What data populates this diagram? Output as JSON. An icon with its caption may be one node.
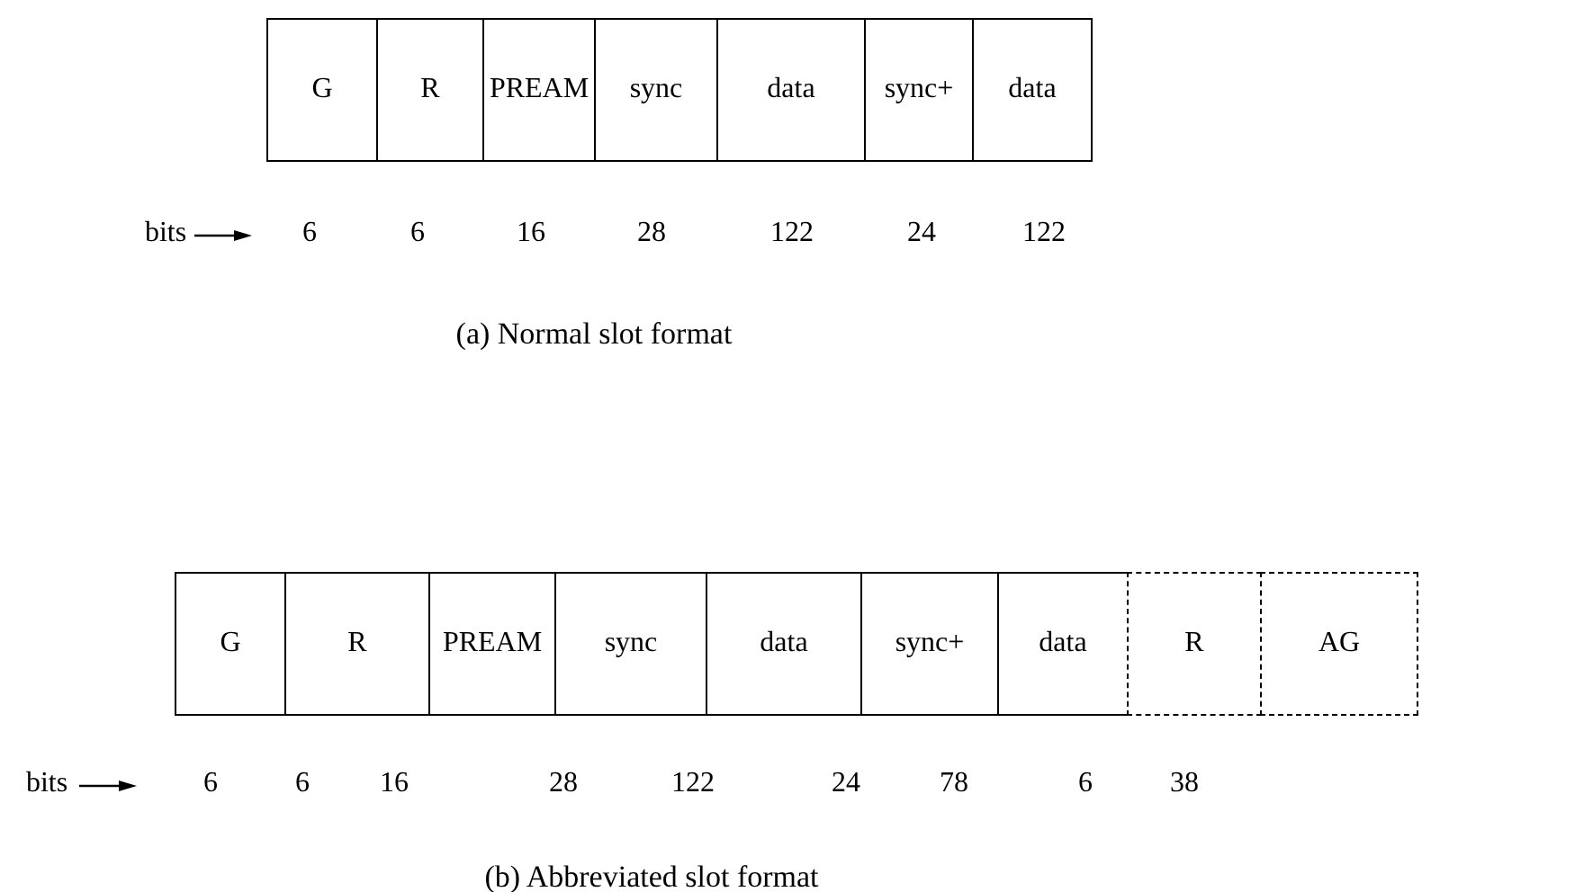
{
  "diagram": {
    "nodes": [
      {
        "text": [
          "G"
        ]
      },
      {
        "text": [
          "R"
        ]
      },
      {
        "text": [
          "PREAM"
        ]
      },
      {
        "text": [
          "sync"
        ]
      },
      {
        "text": [
          "data"
        ]
      },
      {
        "text": [
          "sync+"
        ]
      },
      {
        "text": [
          "data"
        ]
      },
      {
        "text": [
          "G"
        ]
      },
      {
        "text": [
          "R"
        ]
      },
      {
        "text": [
          "PREAM"
        ]
      },
      {
        "text": [
          "sync"
        ]
      },
      {
        "text": [
          "data"
        ]
      },
      {
        "text": [
          "sync+"
        ]
      },
      {
        "text": [
          "data"
        ]
      },
      {
        "text": [
          "R"
        ]
      },
      {
        "text": [
          "AG"
        ]
      }
    ],
    "edges": [],
    "labels": [
      "bits",
      "6",
      "6",
      "16",
      "28",
      "122",
      "24",
      "122",
      "(a) Normal slot format",
      "bits",
      "6",
      "6",
      "16",
      "28",
      "122",
      "24",
      "78",
      "6",
      "38",
      "(b) Abbreviated slot format"
    ]
  }
}
